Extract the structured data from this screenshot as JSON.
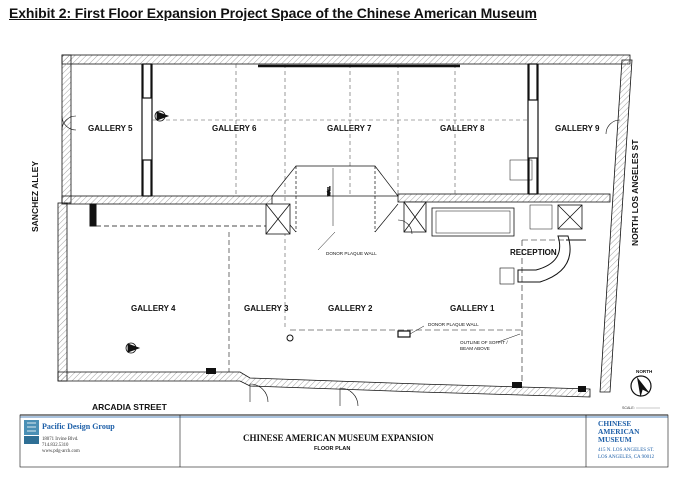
{
  "title": "Exhibit 2: First Floor Expansion Project Space of the Chinese American Museum",
  "galleries": {
    "g5": "GALLERY 5",
    "g6": "GALLERY 6",
    "g7": "GALLERY 7",
    "g8": "GALLERY 8",
    "g9": "GALLERY 9",
    "g4": "GALLERY 4",
    "g3": "GALLERY 3",
    "g2": "GALLERY 2",
    "g1": "GALLERY 1"
  },
  "rooms": {
    "reception": "RECEPTION"
  },
  "streets": {
    "sanchez_alley": "SANCHEZ ALLEY",
    "arcadia_street": "ARCADIA STREET",
    "north_los_angeles": "NORTH LOS ANGELES ST"
  },
  "notes": {
    "donor_plaque_upper": "DONOR PLAQUE WALL",
    "donor_plaque_lower": "DONOR PLAQUE WALL",
    "soffit_line1": "OUTLINE OF SOFFIT /",
    "soffit_line2": "BEAM ABOVE",
    "north": "NORTH",
    "scale": "SCALE:"
  },
  "title_block": {
    "firm_name": "Pacific Design Group",
    "firm_address": "18071 Irvine Blvd.",
    "firm_phone": "714.832.5310",
    "firm_web": "www.pdg-arch.com",
    "project_title": "CHINESE AMERICAN MUSEUM EXPANSION",
    "sheet_title": "FLOOR PLAN",
    "client_line1": "CHINESE",
    "client_line2": "AMERICAN",
    "client_line3": "MUSEUM",
    "client_address1": "415 N. LOS ANGELES ST.",
    "client_address2": "LOS ANGELES, CA 90012"
  },
  "colors": {
    "brand_blue": "#1d5fa8",
    "logo_teal": "#4a8fb5",
    "line": "#111111",
    "hatch": "#8a8a8a"
  }
}
